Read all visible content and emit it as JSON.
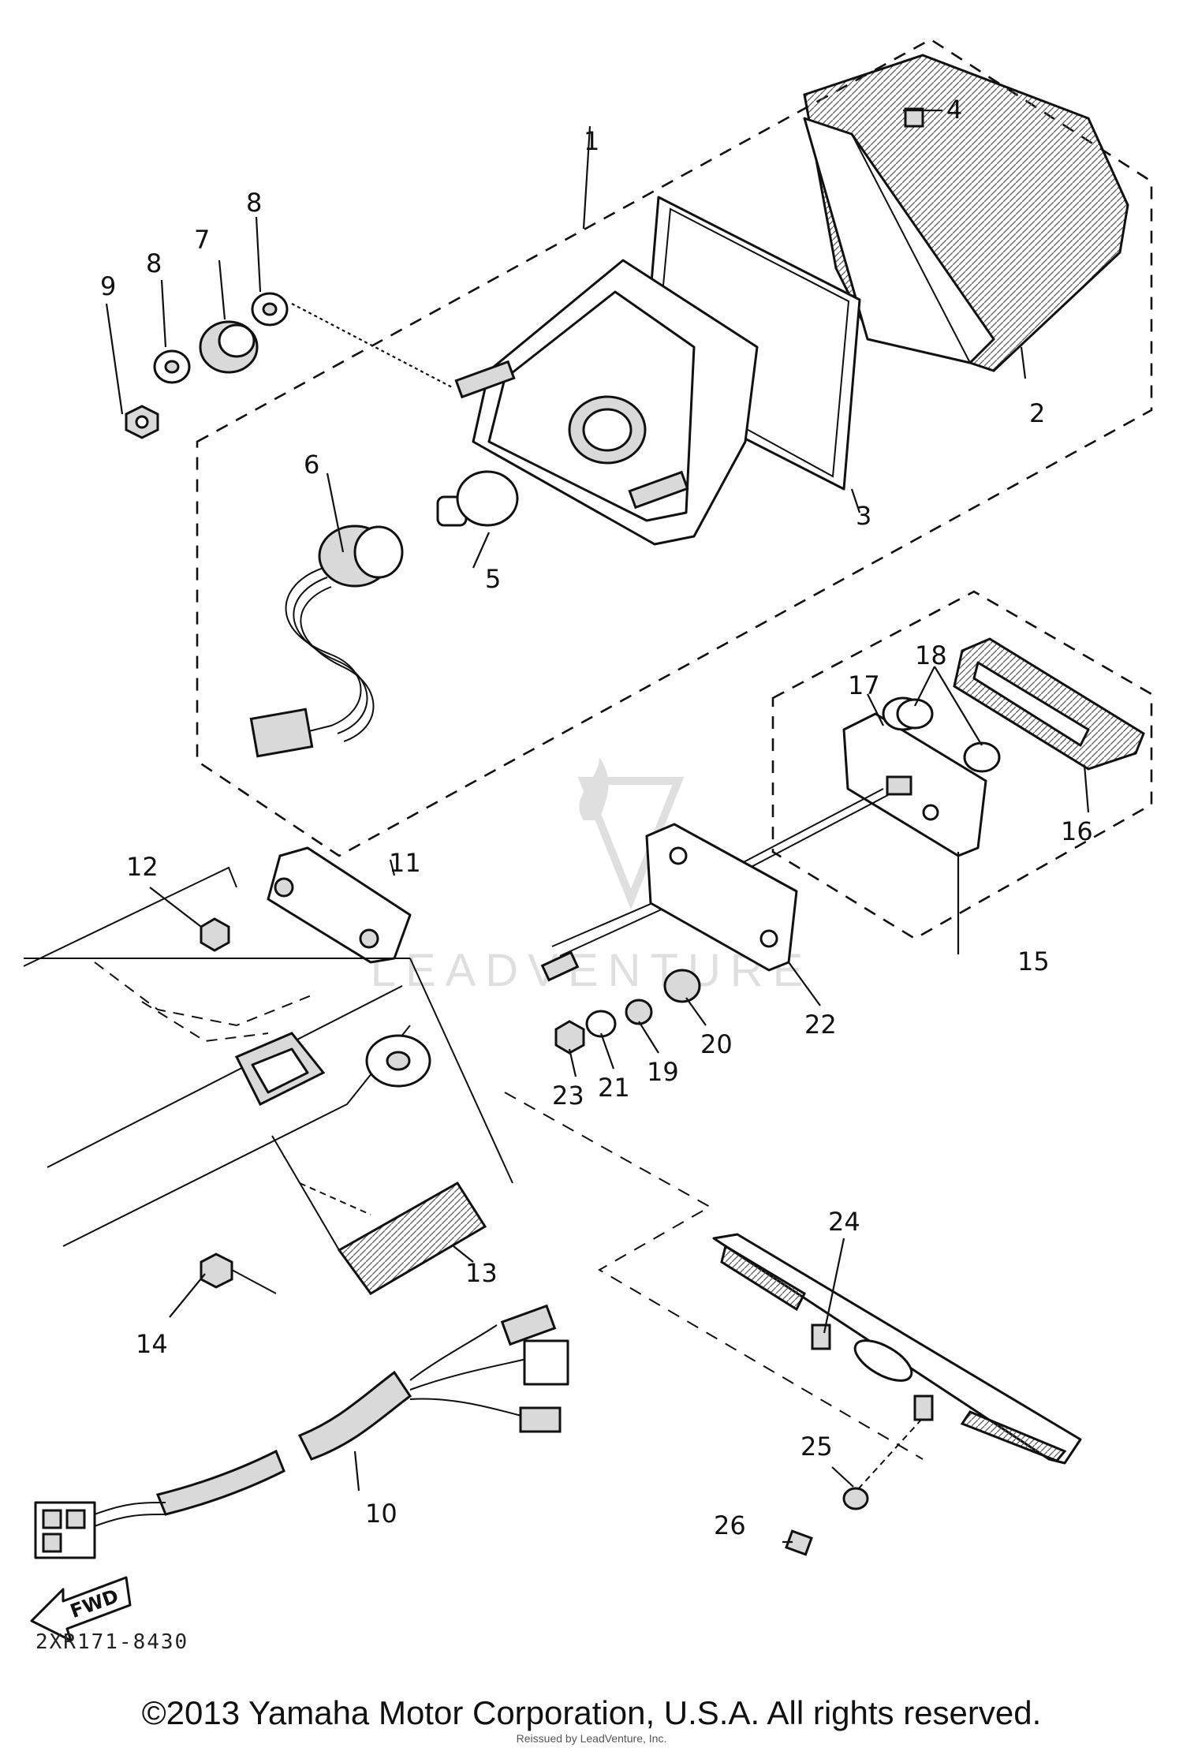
{
  "diagram": {
    "callouts": [
      "1",
      "2",
      "3",
      "4",
      "5",
      "6",
      "7",
      "8",
      "8",
      "9",
      "10",
      "11",
      "12",
      "13",
      "14",
      "15",
      "16",
      "17",
      "18",
      "19",
      "20",
      "21",
      "22",
      "23",
      "24",
      "25",
      "26"
    ],
    "fwd_label": "FWD",
    "drawing_code": "2XR171-8430"
  },
  "footer": {
    "copyright": "©2013 Yamaha Motor Corporation, U.S.A. All rights reserved.",
    "reissue_note": "Reissued by LeadVenture, Inc."
  },
  "watermark": {
    "text": "LEADVENTURE"
  }
}
